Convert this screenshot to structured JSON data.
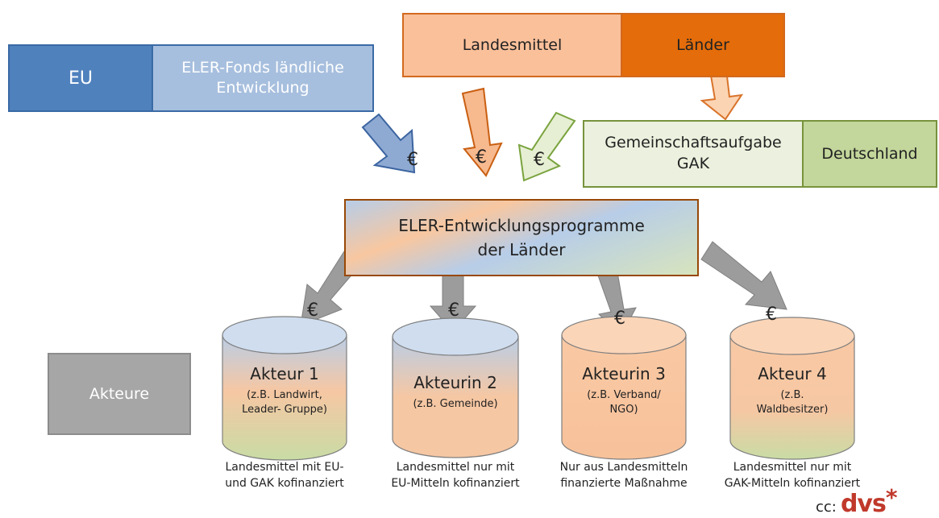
{
  "eu": {
    "label": "EU",
    "fund": "ELER-Fonds ländliche\nEntwicklung"
  },
  "land": {
    "funds": "Landesmittel",
    "label": "Länder"
  },
  "gak": {
    "label": "Gemeinschaftsaufgabe\nGAK",
    "country": "Deutschland"
  },
  "program": {
    "label": "ELER-Entwicklungsprogramme\nder Länder"
  },
  "currency_symbol": "€",
  "actors_label": "Akteure",
  "actors": [
    {
      "title": "Akteur 1",
      "subtitle": "(z.B. Landwirt,\nLeader- Gruppe)",
      "caption": "Landesmittel mit EU-\nund GAK kofinanziert"
    },
    {
      "title": "Akteurin 2",
      "subtitle": "(z.B. Gemeinde)",
      "caption": "Landesmittel nur mit\nEU-Mitteln kofinanziert"
    },
    {
      "title": "Akteurin 3",
      "subtitle": "(z.B. Verband/\nNGO)",
      "caption": "Nur aus Landesmitteln\nfinanzierte Maßnahme"
    },
    {
      "title": "Akteur 4",
      "subtitle": "(z.B.\nWaldbesitzer)",
      "caption": "Landesmittel nur mit\nGAK-Mitteln kofinanziert"
    }
  ],
  "credit": {
    "prefix": "cc:",
    "brand": "dvs",
    "mark": "*"
  },
  "colors": {
    "eu": "#4f81bd",
    "eu_light": "#a7bfde",
    "land": "#e46c0a",
    "land_light": "#fac09a",
    "gak": "#c3d69b",
    "gak_light": "#ebf1de",
    "gray": "#a6a6a6",
    "brand": "#c0392b"
  }
}
